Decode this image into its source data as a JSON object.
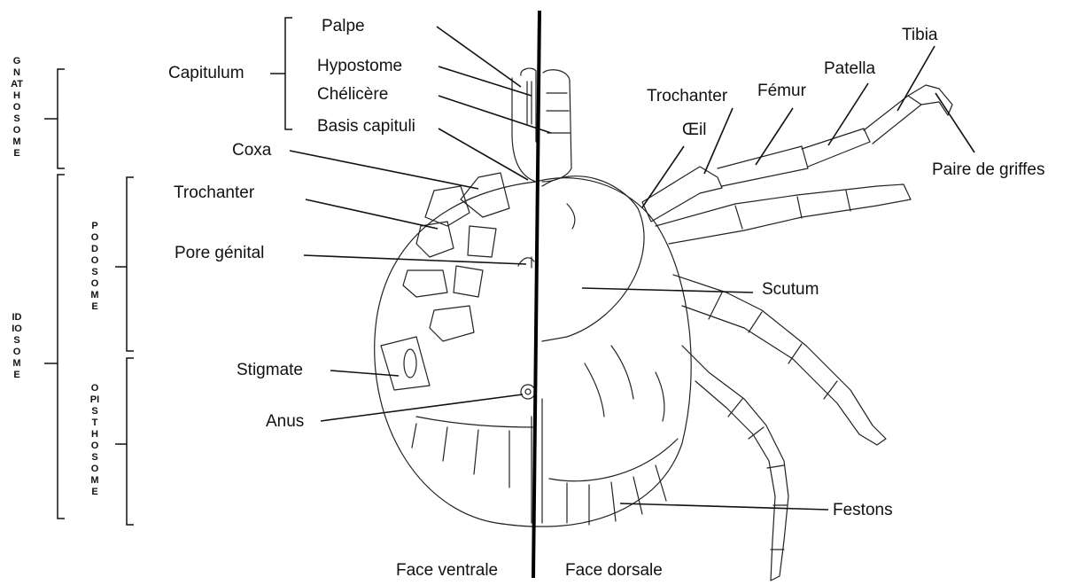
{
  "regions": {
    "gnathosome": "GNATHOSOME",
    "idiosome": "IDIOSOME",
    "podosome": "PODOSOME",
    "opisthosome": "OPISTHOSOME"
  },
  "labels": {
    "capitulum": "Capitulum",
    "palpe": "Palpe",
    "hypostome": "Hypostome",
    "chelicere": "Chélicère",
    "basis_capituli": "Basis capituli",
    "coxa": "Coxa",
    "trochanter_ventral": "Trochanter",
    "pore_genital": "Pore génital",
    "stigmate": "Stigmate",
    "anus": "Anus",
    "trochanter_dorsal": "Trochanter",
    "femur": "Fémur",
    "patella": "Patella",
    "tibia": "Tibia",
    "oeil": "Œil",
    "paire_de_griffes": "Paire de griffes",
    "scutum": "Scutum",
    "festons": "Festons"
  },
  "faces": {
    "ventral": "Face ventrale",
    "dorsal": "Face dorsale"
  }
}
